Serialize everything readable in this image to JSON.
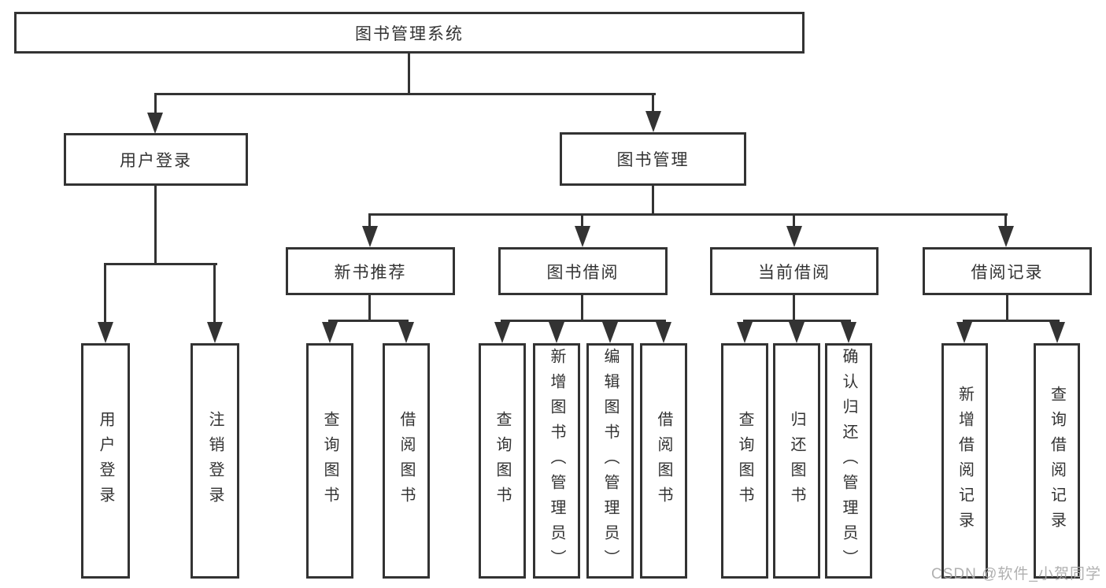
{
  "colors": {
    "line": "#333333",
    "text": "#333333",
    "box_bg": "#ffffff",
    "watermark": "#a8a8a8"
  },
  "watermark": {
    "text": "CSDN @软件_小贺同学"
  },
  "tree": {
    "root": {
      "label": "图书管理系统"
    },
    "branches": [
      {
        "label": "用户登录",
        "children": [
          {
            "label": "用户登录"
          },
          {
            "label": "注销登录"
          }
        ]
      },
      {
        "label": "图书管理",
        "children": [
          {
            "label": "新书推荐",
            "children": [
              {
                "label": "查询图书"
              },
              {
                "label": "借阅图书"
              }
            ]
          },
          {
            "label": "图书借阅",
            "children": [
              {
                "label": "查询图书"
              },
              {
                "label": "新增图书（管理员）"
              },
              {
                "label": "编辑图书（管理员）"
              },
              {
                "label": "借阅图书"
              }
            ]
          },
          {
            "label": "当前借阅",
            "children": [
              {
                "label": "查询图书"
              },
              {
                "label": "归还图书"
              },
              {
                "label": "确认归还（管理员）"
              }
            ]
          },
          {
            "label": "借阅记录",
            "children": [
              {
                "label": "新增借阅记录"
              },
              {
                "label": "查询借阅记录"
              }
            ]
          }
        ]
      }
    ]
  }
}
